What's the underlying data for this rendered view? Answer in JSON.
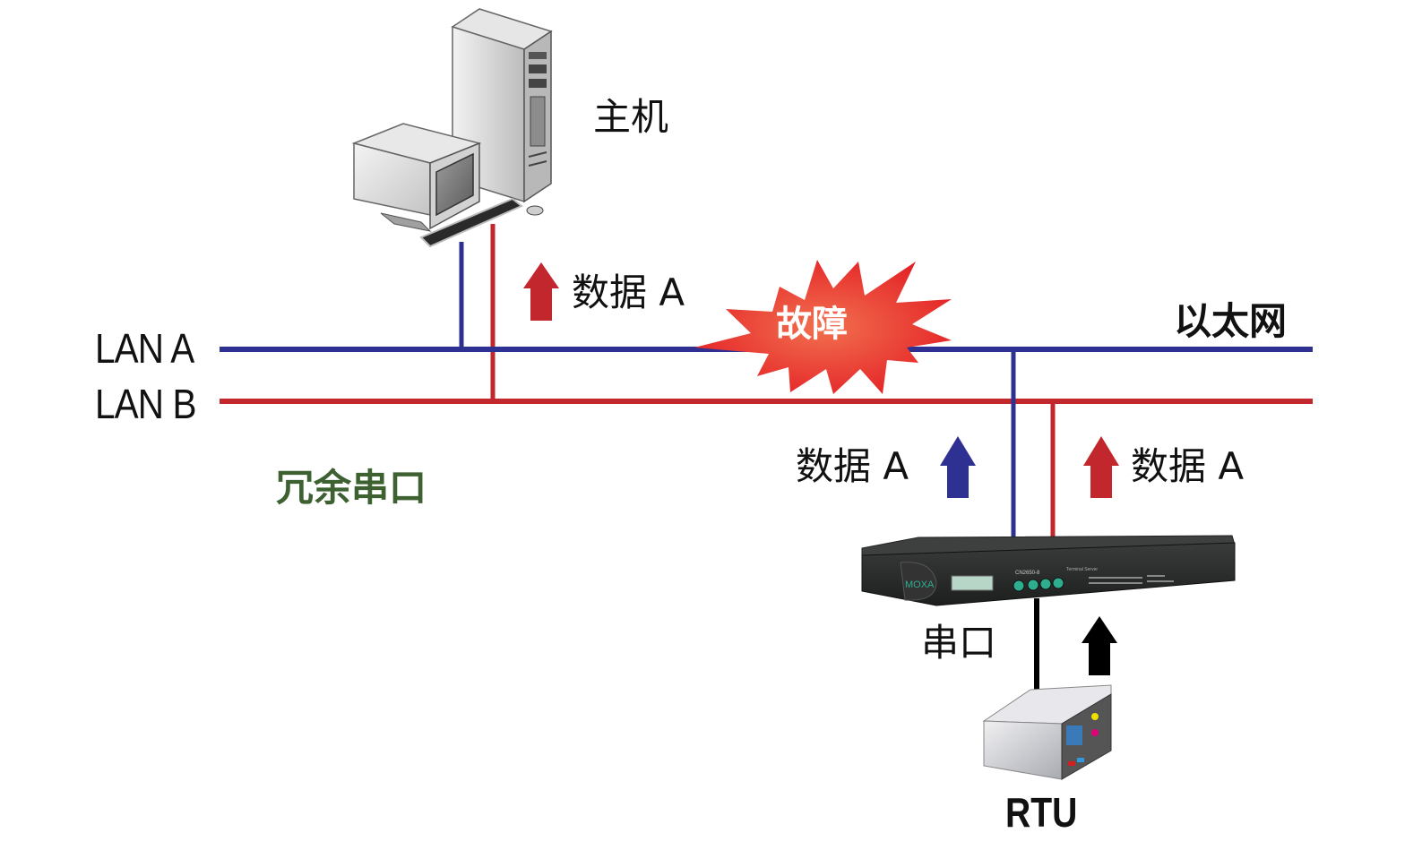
{
  "diagram": {
    "host_label": "主机",
    "ethernet_label": "以太网",
    "redundant_label": "冗余串口",
    "serial_label": "串口",
    "rtu_label": "RTU",
    "fault_label": "故障",
    "lan_a_label": "LAN A",
    "lan_b_label": "LAN B",
    "data_labels": {
      "host_side": "数据 A",
      "device_lan_a": "数据 A",
      "device_lan_b": "数据 A"
    },
    "device": {
      "brand": "MOXA",
      "model": "CN2650-8",
      "subtitle": "Terminal Server"
    },
    "colors": {
      "lan_a": "#2e3192",
      "lan_b": "#c1272d",
      "serial": "#000000",
      "fault_burst": "#e8402a",
      "redundant_text": "#3d6130"
    }
  }
}
